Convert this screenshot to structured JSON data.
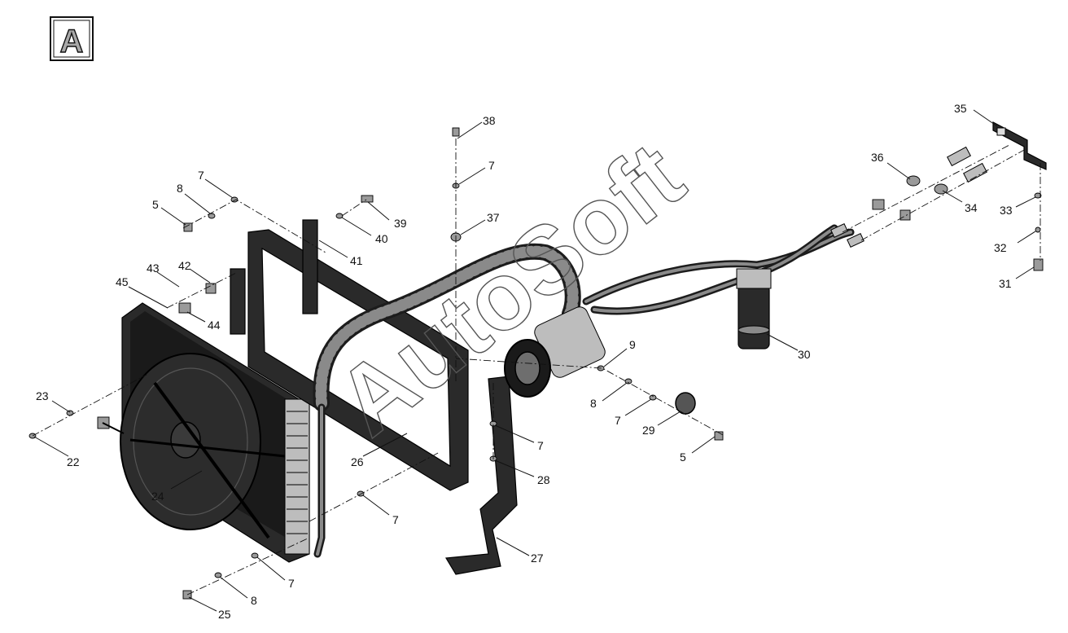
{
  "view_badge": "A",
  "watermark": "AutoSoft",
  "callouts": [
    {
      "n": "38"
    },
    {
      "n": "7"
    },
    {
      "n": "37"
    },
    {
      "n": "35"
    },
    {
      "n": "36"
    },
    {
      "n": "34"
    },
    {
      "n": "33"
    },
    {
      "n": "32"
    },
    {
      "n": "31"
    },
    {
      "n": "7"
    },
    {
      "n": "8"
    },
    {
      "n": "5"
    },
    {
      "n": "39"
    },
    {
      "n": "40"
    },
    {
      "n": "41"
    },
    {
      "n": "43"
    },
    {
      "n": "42"
    },
    {
      "n": "45"
    },
    {
      "n": "44"
    },
    {
      "n": "30"
    },
    {
      "n": "9"
    },
    {
      "n": "8"
    },
    {
      "n": "7"
    },
    {
      "n": "29"
    },
    {
      "n": "5"
    },
    {
      "n": "23"
    },
    {
      "n": "22"
    },
    {
      "n": "26"
    },
    {
      "n": "24"
    },
    {
      "n": "7"
    },
    {
      "n": "28"
    },
    {
      "n": "7"
    },
    {
      "n": "27"
    },
    {
      "n": "7"
    },
    {
      "n": "8"
    },
    {
      "n": "25"
    }
  ]
}
